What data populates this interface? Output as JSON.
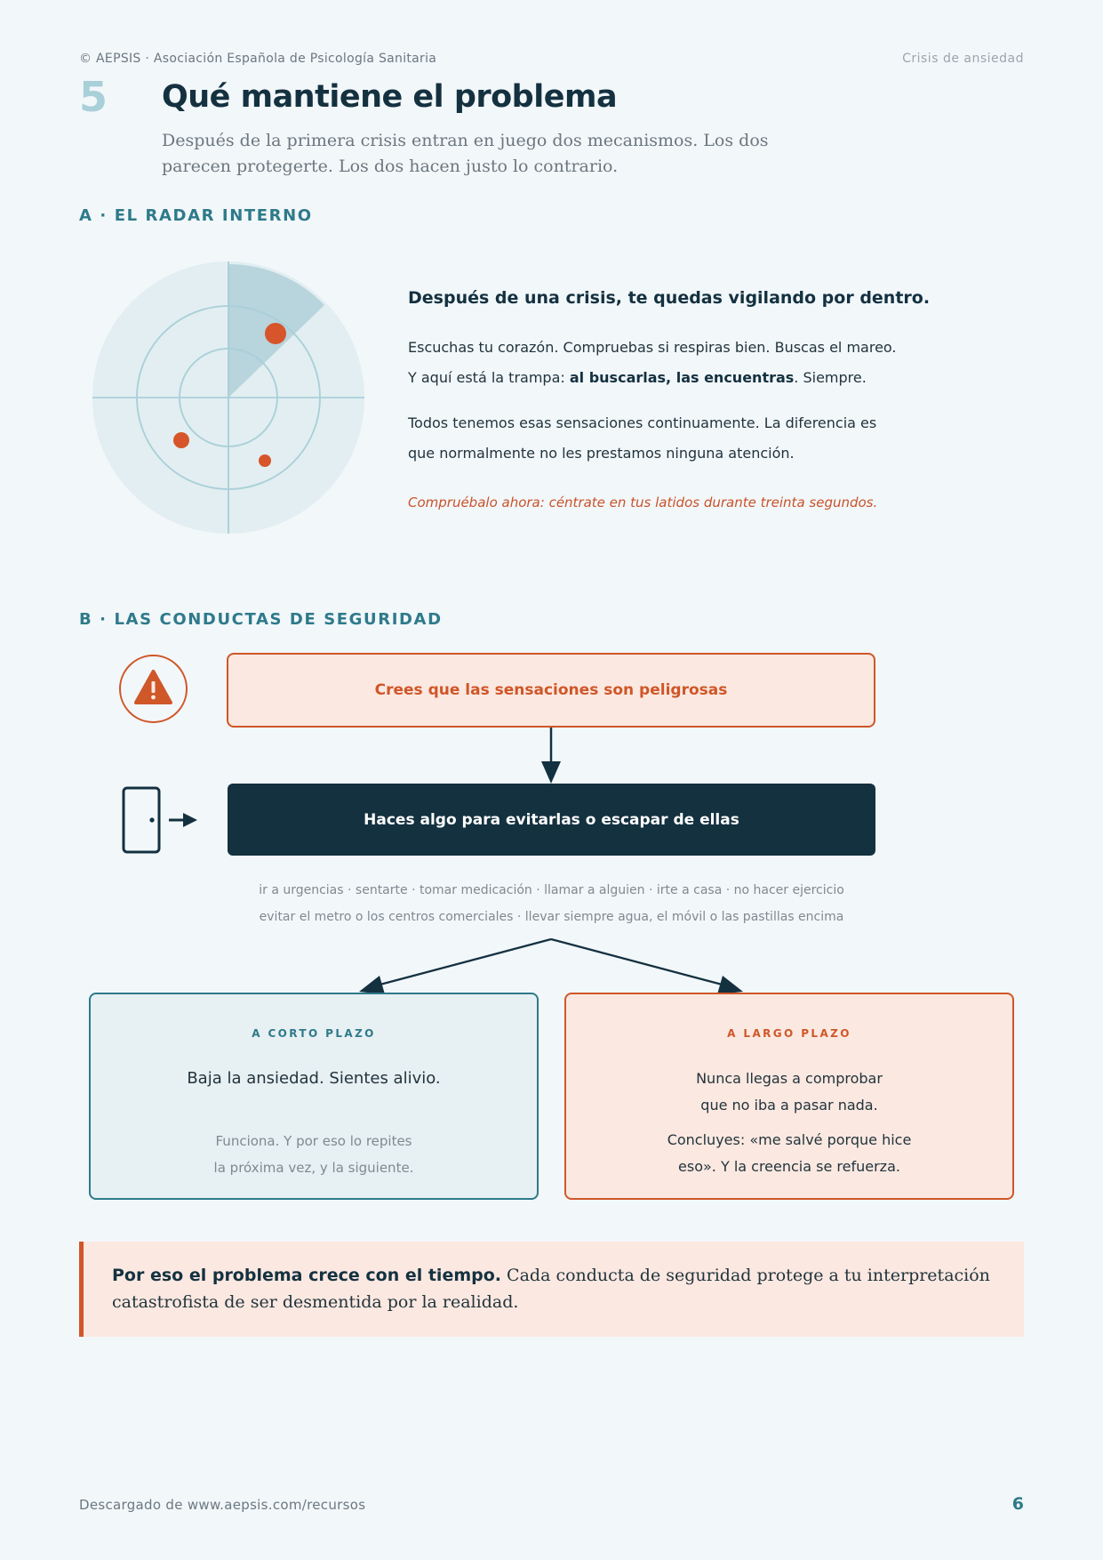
{
  "header": {
    "left": "© AEPSIS · Asociación Española de Psicología Sanitaria",
    "right": "Crisis de ansiedad"
  },
  "chapter": {
    "number": "5",
    "title": "Qué mantiene el problema",
    "subtitle": "Después de la primera crisis entran en juego dos mecanismos. Los dos parecen protegerte. Los dos hacen justo lo contrario."
  },
  "section_a": {
    "label": "A · EL RADAR INTERNO",
    "heading": "Después de una crisis, te quedas vigilando por dentro.",
    "p1_line1": "Escuchas tu corazón. Compruebas si respiras bien. Buscas el mareo.",
    "p1_line2_pre": "Y aquí está la trampa: ",
    "p1_line2_bold": "al buscarlas, las encuentras",
    "p1_line2_post": ". Siempre.",
    "p2": "Todos tenemos esas sensaciones continuamente. La diferencia es que normalmente no les prestamos ninguna atención.",
    "hint": "Compruébalo ahora: céntrate en tus latidos durante treinta segundos."
  },
  "section_b": {
    "label": "B · LAS CONDUCTAS DE SEGURIDAD",
    "belief": "Crees que las sensaciones son peligrosas",
    "action": "Haces algo para evitarlas o escapar de ellas",
    "examples_line1": "ir a urgencias · sentarte · tomar medicación · llamar a alguien · irte a casa · no hacer ejercicio",
    "examples_line2": "evitar el metro o los centros comerciales · llevar siempre agua, el móvil o las pastillas encima",
    "short_term": {
      "title": "A CORTO PLAZO",
      "main": "Baja la ansiedad. Sientes alivio.",
      "note_line1": "Funciona. Y por eso lo repites",
      "note_line2": "la próxima vez, y la siguiente."
    },
    "long_term": {
      "title": "A LARGO PLAZO",
      "line1": "Nunca llegas a comprobar",
      "line2": "que no iba a pasar nada.",
      "line3": "Concluyes: «me salvé porque hice",
      "line4": "eso». Y la creencia se refuerza."
    }
  },
  "conclusion": {
    "bold": "Por eso el problema crece con el tiempo.",
    "text": " Cada conducta de seguridad protege a tu interpretación catastrofista de ser desmentida por la realidad."
  },
  "footer": {
    "left": "Descargado de www.aepsis.com/recursos",
    "page": "6"
  },
  "icons": {
    "radar": "radar-icon",
    "warning": "warning-icon",
    "door": "door-exit-icon"
  },
  "colors": {
    "teal": "#2e7a8a",
    "navy": "#143140",
    "orange": "#cf5728",
    "peach": "#fbe8e1",
    "background": "#f2f7fa"
  }
}
